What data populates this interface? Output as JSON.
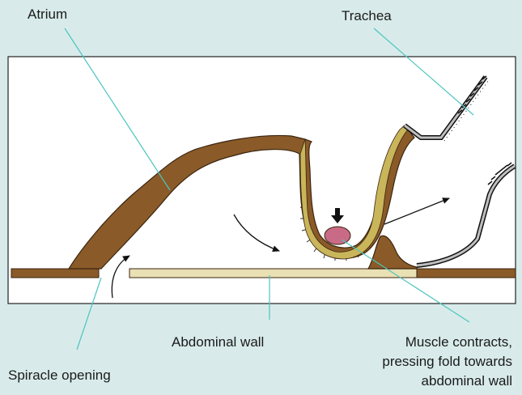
{
  "labels": {
    "atrium": "Atrium",
    "trachea": "Trachea",
    "abdominal_wall": "Abdominal wall",
    "spiracle_opening": "Spiracle opening",
    "muscle": [
      "Muscle contracts,",
      "pressing fold towards",
      "abdominal wall"
    ]
  },
  "colors": {
    "background": "#d8ebea",
    "panel": "#ffffff",
    "cuticle_brown": "#8a5a28",
    "cuticle_yellow": "#c9b55a",
    "abdominal_wall_fill": "#e9e0b4",
    "muscle": "#c96b86",
    "leader_line": "#4cc5bd",
    "trachea_wall": "#bfbfbf"
  },
  "icons": [
    "down-arrow-icon",
    "curved-airflow-arrow-icon"
  ]
}
